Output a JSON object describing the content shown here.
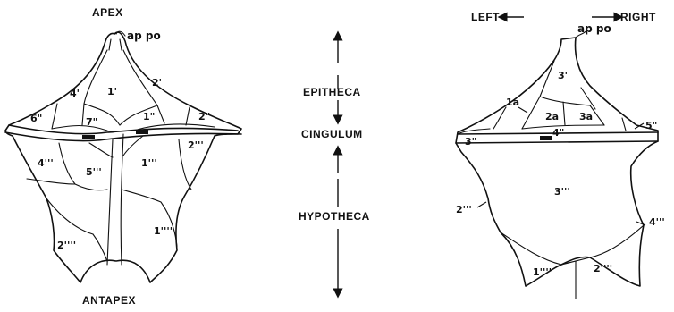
{
  "figure": {
    "left_specimen": {
      "apex": "APEX",
      "antapex": "ANTAPEX",
      "apical_pore": "ap po",
      "plates": [
        "2'",
        "4'",
        "1'",
        "2\"",
        "1\"",
        "6\"",
        "7\"",
        "5'''",
        "1'''",
        "2'''",
        "4'''",
        "1''''",
        "2''''"
      ]
    },
    "right_specimen": {
      "left": "LEFT",
      "right": "RIGHT",
      "apical_pore": "ap po",
      "plates": [
        "3'",
        "1a",
        "2a",
        "3a",
        "3\"",
        "4\"",
        "5\"",
        "3'''",
        "2'''",
        "4'''",
        "1''''",
        "2''''"
      ]
    },
    "regions": {
      "epitheca": "EPITHECA",
      "cingulum": "CINGULUM",
      "hypotheca": "HYPOTHECA"
    }
  }
}
